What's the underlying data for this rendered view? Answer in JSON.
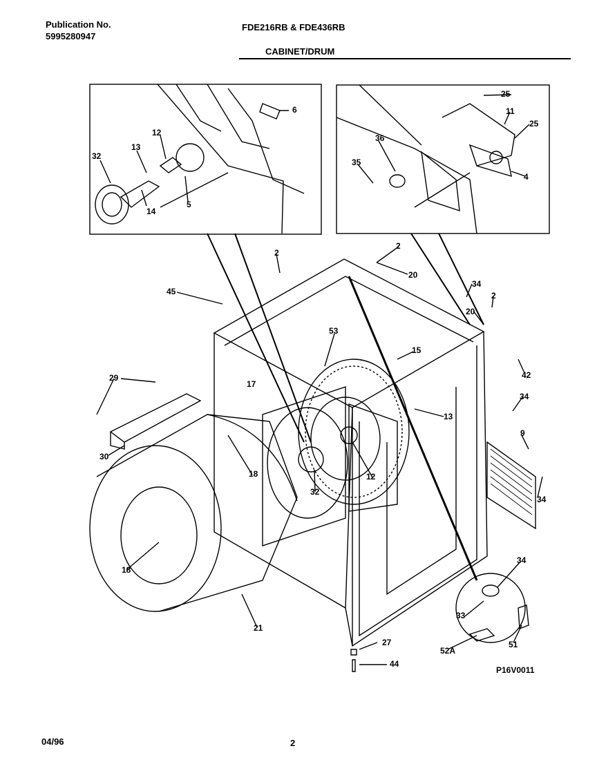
{
  "header": {
    "publication_label": "Publication No.",
    "publication_number": "5995280947",
    "models": "FDE216RB & FDE436RB",
    "section": "CABINET/DRUM"
  },
  "footer": {
    "date": "04/96",
    "page": "2"
  },
  "diagram": {
    "figure_id": "P16V0011",
    "callouts": [
      "32",
      "13",
      "12",
      "14",
      "5",
      "6",
      "25",
      "11",
      "25",
      "36",
      "35",
      "4",
      "2",
      "2",
      "20",
      "45",
      "34",
      "2",
      "20",
      "53",
      "15",
      "29",
      "17",
      "42",
      "34",
      "13",
      "9",
      "30",
      "18",
      "12",
      "32",
      "34",
      "18",
      "34",
      "21",
      "33",
      "27",
      "52A",
      "51",
      "44"
    ]
  }
}
